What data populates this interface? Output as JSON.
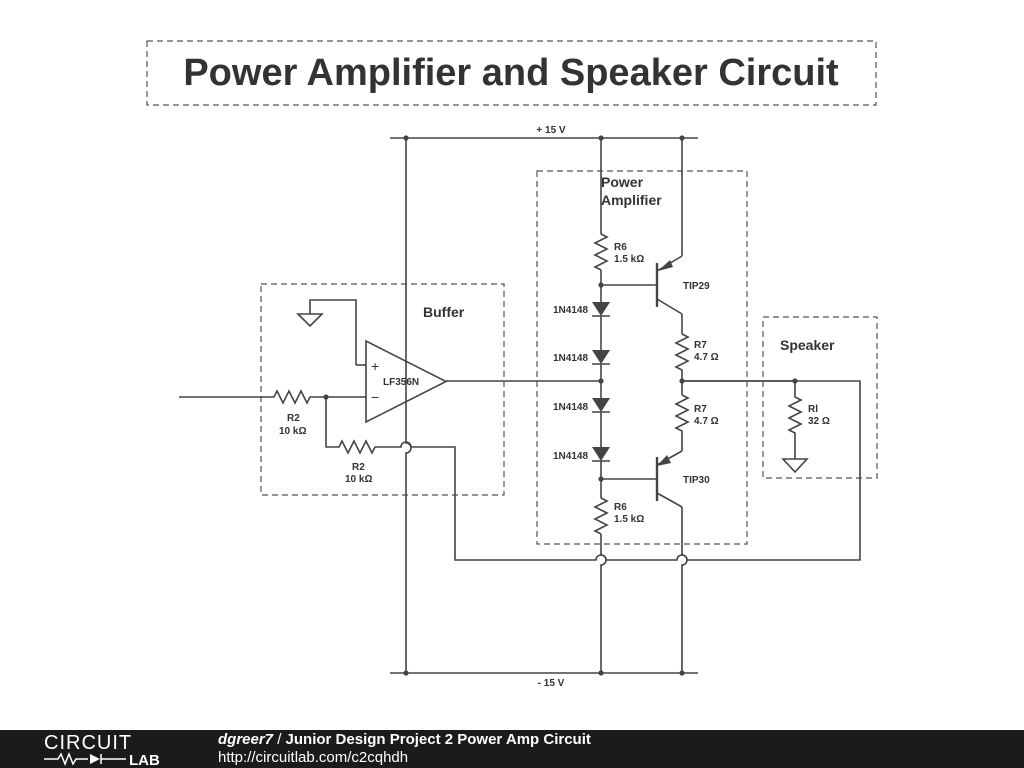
{
  "title": "Power Amplifier and Speaker Circuit",
  "rails": {
    "positive": "+ 15 V",
    "negative": "- 15 V"
  },
  "blocks": {
    "buffer": "Buffer",
    "power_amp_line1": "Power",
    "power_amp_line2": "Amplifier",
    "speaker": "Speaker"
  },
  "components": {
    "opamp": "LF356N",
    "r2_in": {
      "name": "R2",
      "value": "10 kΩ"
    },
    "r2_fb": {
      "name": "R2",
      "value": "10 kΩ"
    },
    "r6_top": {
      "name": "R6",
      "value": "1.5 kΩ"
    },
    "r6_bot": {
      "name": "R6",
      "value": "1.5 kΩ"
    },
    "r7_top": {
      "name": "R7",
      "value": "4.7 Ω"
    },
    "r7_bot": {
      "name": "R7",
      "value": "4.7 Ω"
    },
    "rl": {
      "name": "Rl",
      "value": "32 Ω"
    },
    "diodes": [
      "1N4148",
      "1N4148",
      "1N4148",
      "1N4148"
    ],
    "q_top": "TIP29",
    "q_bot": "TIP30",
    "plus_sign": "+",
    "minus_sign": "−"
  },
  "footer": {
    "author": "dgreer7",
    "separator": " / ",
    "project": "Junior Design Project 2 Power Amp Circuit",
    "url": "http://circuitlab.com/c2cqhdh"
  },
  "logo": {
    "top": "CIRCUIT",
    "bottom": "LAB"
  }
}
